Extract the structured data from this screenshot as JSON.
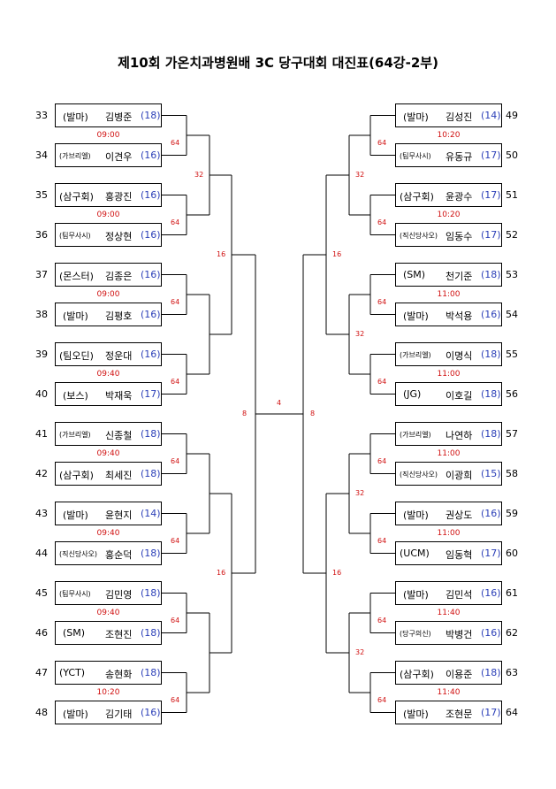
{
  "title": "제10회 가온치과병원배 3C 당구대회 대진표(64강-2부)",
  "colors": {
    "handicap": "#2b3fb8",
    "time": "#d01010",
    "round_label": "#d01010"
  },
  "round_labels": {
    "r64": "64",
    "r32": "32",
    "r16": "16",
    "r8": "8",
    "r4": "4"
  },
  "left_players": [
    {
      "seed": "33",
      "club": "(발마)",
      "name": "김병준",
      "hc": "(18)"
    },
    {
      "seed": "34",
      "club": "(가브리엘)",
      "name": "이견우",
      "hc": "(16)"
    },
    {
      "seed": "35",
      "club": "(삼구회)",
      "name": "홍광진",
      "hc": "(16)"
    },
    {
      "seed": "36",
      "club": "(팀무사시)",
      "name": "정상현",
      "hc": "(16)"
    },
    {
      "seed": "37",
      "club": "(몬스터)",
      "name": "김종은",
      "hc": "(16)"
    },
    {
      "seed": "38",
      "club": "(발마)",
      "name": "김평호",
      "hc": "(16)"
    },
    {
      "seed": "39",
      "club": "(팀오딘)",
      "name": "정운대",
      "hc": "(16)"
    },
    {
      "seed": "40",
      "club": "(보스)",
      "name": "박재욱",
      "hc": "(17)"
    },
    {
      "seed": "41",
      "club": "(가브리엘)",
      "name": "신종철",
      "hc": "(18)"
    },
    {
      "seed": "42",
      "club": "(삼구회)",
      "name": "최세진",
      "hc": "(18)"
    },
    {
      "seed": "43",
      "club": "(발마)",
      "name": "윤현지",
      "hc": "(14)"
    },
    {
      "seed": "44",
      "club": "(직신당사오)",
      "name": "홍순덕",
      "hc": "(18)"
    },
    {
      "seed": "45",
      "club": "(팀무사시)",
      "name": "김민영",
      "hc": "(18)"
    },
    {
      "seed": "46",
      "club": "(SM)",
      "name": "조현진",
      "hc": "(18)"
    },
    {
      "seed": "47",
      "club": "(YCT)",
      "name": "송현화",
      "hc": "(18)"
    },
    {
      "seed": "48",
      "club": "(발마)",
      "name": "김기태",
      "hc": "(16)"
    }
  ],
  "right_players": [
    {
      "seed": "49",
      "club": "(발마)",
      "name": "김성진",
      "hc": "(14)"
    },
    {
      "seed": "50",
      "club": "(팀무사시)",
      "name": "유동규",
      "hc": "(17)"
    },
    {
      "seed": "51",
      "club": "(삼구회)",
      "name": "윤광수",
      "hc": "(17)"
    },
    {
      "seed": "52",
      "club": "(직신당사오)",
      "name": "임동수",
      "hc": "(17)"
    },
    {
      "seed": "53",
      "club": "(SM)",
      "name": "천기준",
      "hc": "(18)"
    },
    {
      "seed": "54",
      "club": "(발마)",
      "name": "박석용",
      "hc": "(16)"
    },
    {
      "seed": "55",
      "club": "(가브리엘)",
      "name": "이명식",
      "hc": "(18)"
    },
    {
      "seed": "56",
      "club": "(JG)",
      "name": "이호길",
      "hc": "(18)"
    },
    {
      "seed": "57",
      "club": "(가브리엘)",
      "name": "나연하",
      "hc": "(18)"
    },
    {
      "seed": "58",
      "club": "(직신당사오)",
      "name": "이광희",
      "hc": "(15)"
    },
    {
      "seed": "59",
      "club": "(발마)",
      "name": "권상도",
      "hc": "(16)"
    },
    {
      "seed": "60",
      "club": "(UCM)",
      "name": "임동혁",
      "hc": "(17)"
    },
    {
      "seed": "61",
      "club": "(발마)",
      "name": "김민석",
      "hc": "(16)"
    },
    {
      "seed": "62",
      "club": "(당구의신)",
      "name": "박병건",
      "hc": "(16)"
    },
    {
      "seed": "63",
      "club": "(삼구회)",
      "name": "이용준",
      "hc": "(18)"
    },
    {
      "seed": "64",
      "club": "(발마)",
      "name": "조현문",
      "hc": "(17)"
    }
  ],
  "left_times": [
    "09:00",
    "09:00",
    "09:00",
    "09:40",
    "09:40",
    "09:40",
    "09:40",
    "10:20"
  ],
  "right_times": [
    "10:20",
    "10:20",
    "11:00",
    "11:00",
    "11:00",
    "11:00",
    "11:40",
    "11:40"
  ]
}
